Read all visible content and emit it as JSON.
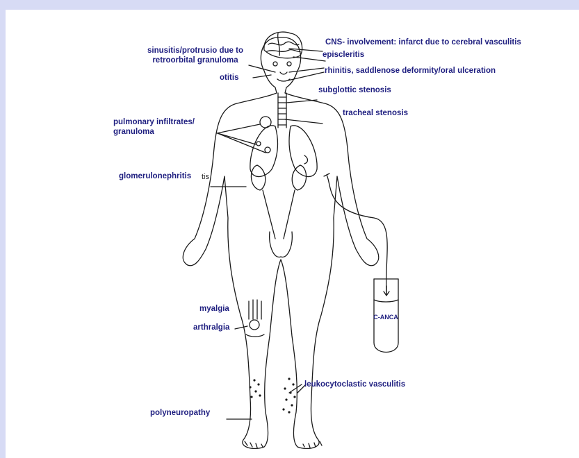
{
  "labels": {
    "cns": "CNS- involvement: infarct due to cerebral vasculitis",
    "episcleritis": "episcleritis",
    "sinusitis_line1": "sinusitis/protrusio due to",
    "sinusitis_line2": "retroorbital granuloma",
    "rhinitis": "rhinitis, saddlenose deformity/oral ulceration",
    "otitis": "otitis",
    "subglottic": "subglottic stenosis",
    "tracheal": "tracheal stenosis",
    "pulmonary_line1": "pulmonary infiltrates/",
    "pulmonary_line2": "granuloma",
    "glomerulonephritis": "glomerulonephritis",
    "stray_text": "tis",
    "myalgia": "myalgia",
    "arthralgia": "arthralgia",
    "leukocytoclastic": "leukocytoclastic vasculitis",
    "polyneuropathy": "polyneuropathy",
    "c_anca": "C-ANCA"
  },
  "colors": {
    "label_text": "#1f1f80",
    "page_border": "#d7dbf5",
    "line_art": "#1a1a1a"
  }
}
